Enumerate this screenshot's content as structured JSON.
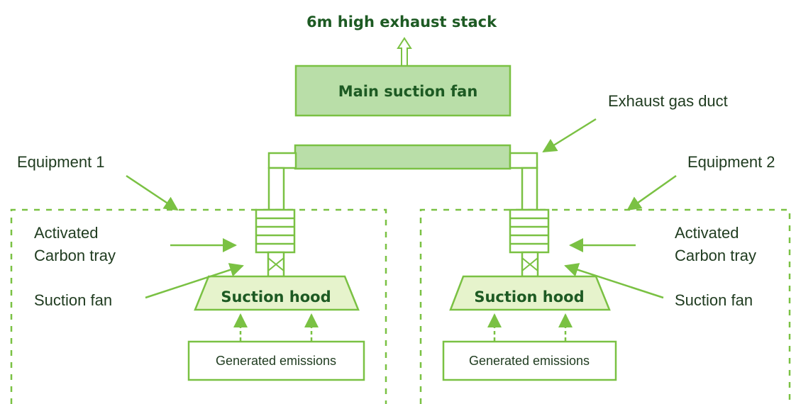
{
  "diagram": {
    "title": "6m high exhaust stack",
    "main_fan": "Main suction fan",
    "exhaust_duct": "Exhaust gas duct",
    "equipment_1": {
      "name": "Equipment 1",
      "carbon_tray_line1": "Activated",
      "carbon_tray_line2": "Carbon tray",
      "suction_fan": "Suction fan",
      "hood": "Suction hood",
      "emissions": "Generated emissions"
    },
    "equipment_2": {
      "name": "Equipment 2",
      "carbon_tray_line1": "Activated",
      "carbon_tray_line2": "Carbon tray",
      "suction_fan": "Suction fan",
      "hood": "Suction hood",
      "emissions": "Generated emissions"
    },
    "colors": {
      "line_green": "#7ac143",
      "fill_dark": "#b9dea8",
      "fill_light": "#e6f3cc",
      "text_dark_green": "#1d5a23"
    }
  }
}
